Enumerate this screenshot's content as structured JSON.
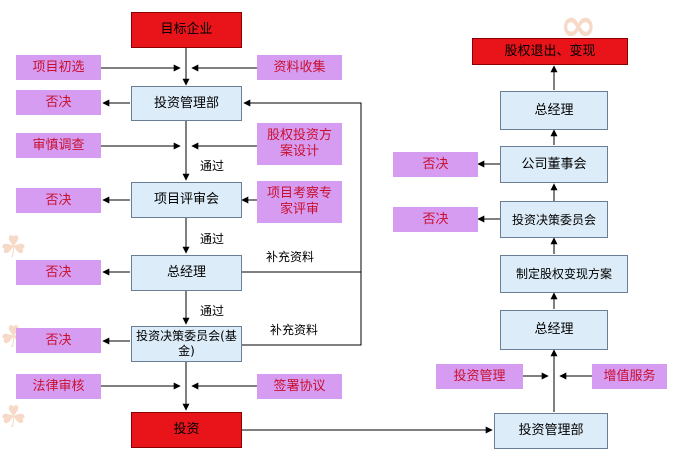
{
  "left": {
    "target_company": "目标企业",
    "project_screening": "项目初选",
    "data_collection": "资料收集",
    "investment_dept": "投资管理部",
    "reject_1": "否决",
    "due_diligence": "审慎调查",
    "equity_plan": "股权投资方案设计",
    "pass_1": "通过",
    "reject_2": "否决",
    "project_review": "项目评审会",
    "expert_review": "项目考察专家评审",
    "pass_2": "通过",
    "reject_3": "否决",
    "general_manager": "总经理",
    "supplement_1": "补充资料",
    "pass_3": "通过",
    "reject_4": "否决",
    "committee": "投资决策委员会(基金)",
    "supplement_2": "补充资料",
    "legal_review": "法律审核",
    "sign_agreement": "签署协议",
    "invest": "投资"
  },
  "right": {
    "exit": "股权退出、变现",
    "general_manager_top": "总经理",
    "board": "公司董事会",
    "reject_1": "否决",
    "committee": "投资决策委员会",
    "reject_2": "否决",
    "plan": "制定股权变现方案",
    "general_manager": "总经理",
    "investment_mgmt": "投资管理",
    "value_added": "增值服务",
    "investment_dept": "投资管理部"
  },
  "colors": {
    "box_fill": "#dcecf8",
    "red_fill": "#e8141a",
    "purple_fill": "#d69cf2",
    "purple_text": "#c8102e"
  }
}
